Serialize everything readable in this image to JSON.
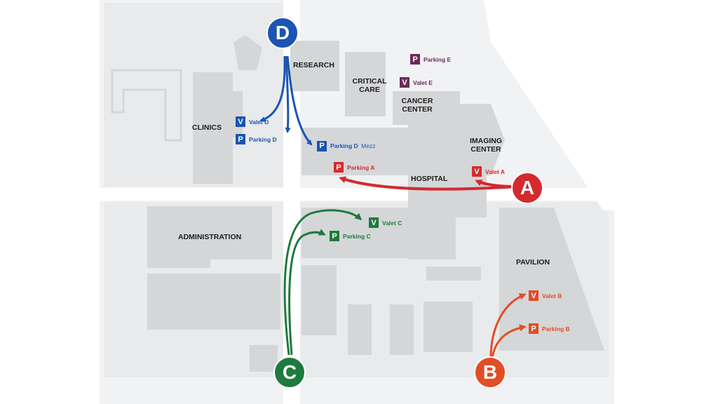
{
  "colors": {
    "ground": "#f1f2f4",
    "building": "#d5d6d8",
    "road": "#e8e9eb",
    "blue": "#1b55b3",
    "red": "#d42a2f",
    "green": "#1e7a3e",
    "orange": "#e04e26",
    "purple": "#6b2b55"
  },
  "buildings": {
    "research": "RESEARCH",
    "critical_care": "CRITICAL\nCARE",
    "cancer_center": "CANCER\nCENTER",
    "clinics": "CLINICS",
    "imaging_center": "IMAGING\nCENTER",
    "hospital": "HOSPITAL",
    "administration": "ADMINISTRATION",
    "pavilion": "PAVILION"
  },
  "entrances": {
    "a": "A",
    "b": "B",
    "c": "C",
    "d": "D"
  },
  "markers": {
    "parking_e": {
      "letter": "P",
      "label": "Parking E",
      "icon": "parking-icon"
    },
    "valet_e": {
      "letter": "V",
      "label": "Valet E",
      "icon": "valet-icon"
    },
    "valet_d": {
      "letter": "V",
      "label": "Valet D",
      "icon": "valet-icon"
    },
    "parking_d": {
      "letter": "P",
      "label": "Parking D",
      "icon": "parking-icon"
    },
    "parking_d_mezz": {
      "letter": "P",
      "label": "Parking D",
      "sublabel": "Mezz",
      "icon": "parking-icon"
    },
    "parking_a": {
      "letter": "P",
      "label": "Parking A",
      "icon": "parking-icon"
    },
    "valet_a": {
      "letter": "V",
      "label": "Valet A",
      "icon": "valet-icon"
    },
    "valet_c": {
      "letter": "V",
      "label": "Valet C",
      "icon": "valet-icon"
    },
    "parking_c": {
      "letter": "P",
      "label": "Parking C",
      "icon": "parking-icon"
    },
    "valet_b": {
      "letter": "V",
      "label": "Valet B",
      "icon": "valet-icon"
    },
    "parking_b": {
      "letter": "P",
      "label": "Parking B",
      "icon": "parking-icon"
    }
  }
}
